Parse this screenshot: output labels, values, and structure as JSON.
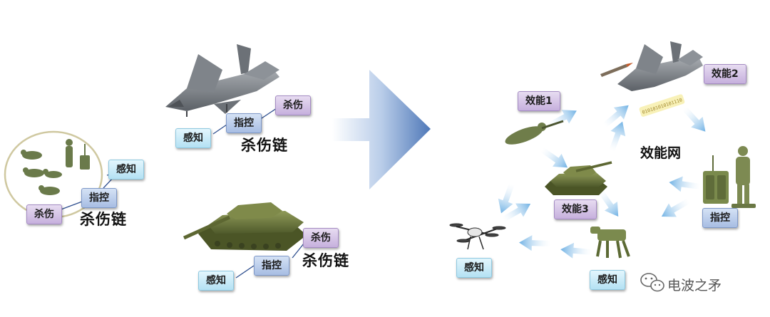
{
  "labels": {
    "sense": "感知",
    "control": "指控",
    "kill": "杀伤",
    "kill_chain": "杀伤链",
    "efficacy_1": "效能1",
    "efficacy_2": "效能2",
    "efficacy_3": "效能3",
    "efficacy_net": "效能网"
  },
  "data_stream_text": "010101010101110",
  "watermark": "电波之矛",
  "colors": {
    "sense_tag": "#c4e8f7",
    "control_tag": "#b6c8ea",
    "kill_tag": "#d6c5e8",
    "link_arrow": "#8fc3ea",
    "main_arrow": "#5f86c2"
  }
}
